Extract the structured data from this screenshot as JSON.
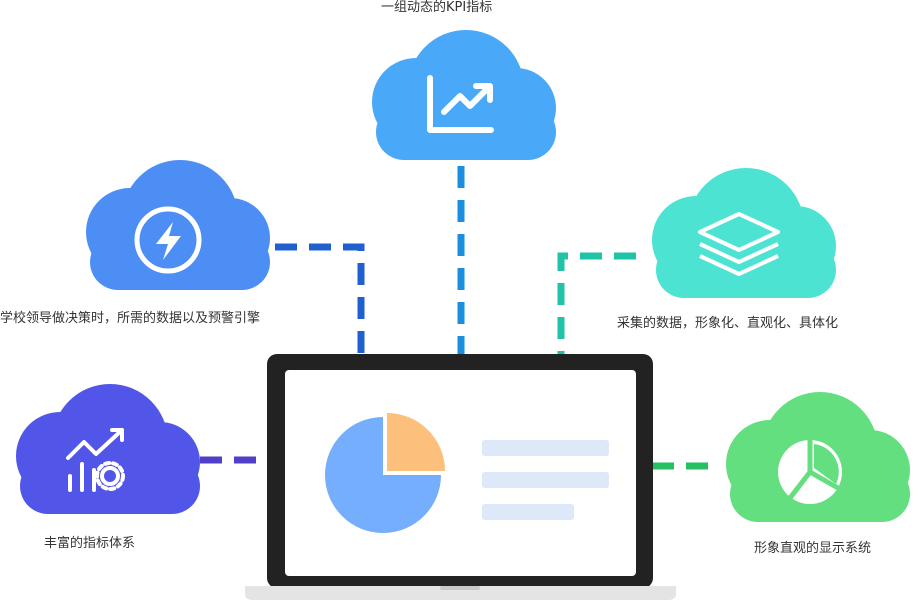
{
  "colors": {
    "kpi_cloud": "#4aa8f8",
    "decision_cloud": "#4d8ef5",
    "layers_cloud": "#4de3d3",
    "indicator_cloud": "#5256e8",
    "pie_cloud": "#63df80",
    "conn_blue": "#1a8fe0",
    "conn_darkblue": "#1f5fd0",
    "conn_teal": "#20c2a8",
    "conn_purple": "#5040c8",
    "conn_green": "#25c060",
    "laptop_frame": "#222222",
    "pie_main": "#75aefc",
    "pie_slice": "#fcc07c",
    "bars": "#dde8f8"
  },
  "nodes": [
    {
      "id": "kpi",
      "label": "一组动态的KPI指标",
      "icon": "trend-chart-icon"
    },
    {
      "id": "decision",
      "label": "学校领导做决策时，所需的数据以及预警引擎",
      "icon": "lightning-icon"
    },
    {
      "id": "layers",
      "label": "采集的数据，形象化、直观化、具体化",
      "icon": "layers-icon"
    },
    {
      "id": "indicator",
      "label": "丰富的指标体系",
      "icon": "chart-gear-icon"
    },
    {
      "id": "display",
      "label": "形象直观的显示系统",
      "icon": "pie-chart-icon"
    }
  ],
  "center": {
    "icon": "laptop-icon"
  }
}
